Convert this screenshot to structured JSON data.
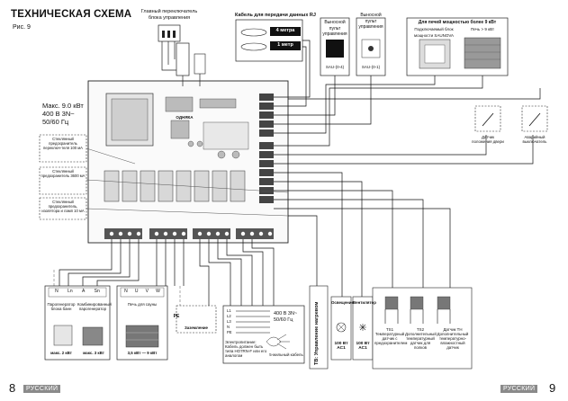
{
  "header": {
    "title": "ТЕХНИЧЕСКАЯ СХЕМА",
    "figure": "Рис. 9"
  },
  "top_labels": {
    "main_switch": "Главный переключатель блока управления",
    "rj_cable": "Кабель для передачи данных RJ",
    "cable_4m": "4 метра",
    "cable_1m": "1 метр",
    "panel1_title": "Выносной пульт управления",
    "panel1_code": "SAU-(0-4)",
    "panel2_title": "Выносной пульт управления",
    "panel2_code": "SAU-(0-1)",
    "heaters_title": "Для печей мощностью более 9 кВт",
    "heater_a": "Подключаемый блок мощности SAUNOVA",
    "heater_b": "Печь > 9 кВт"
  },
  "board": {
    "board_label": "ОДНЯКА",
    "spec_lines": [
      "Макс. 9.0 кВт",
      "400 В 3N~",
      "50/60 Гц"
    ],
    "side_notes": [
      "Стеклянный предохранитель переключ-теля 100 мА",
      "Стеклянный предохранитель 3600 мА",
      "Стеклянный предохранитель, изолятора и ламп 10 мА"
    ]
  },
  "right_sensors": {
    "door_sensor": "Датчик положения двери",
    "safety_switch": "Аварийный выключатель"
  },
  "bottom": {
    "terminals_a": [
      "N",
      "Ln",
      "A",
      "Sn"
    ],
    "terminals_b": [
      "N",
      "U",
      "V",
      "W"
    ],
    "humidifier_label": "Парогенератор блока банн",
    "combo_label": "Комбинированный парогенератор",
    "heater_label": "Печь для сауны",
    "max_2kw": "макс. 2 кВт",
    "max_3kw": "макс. 3 кВт",
    "range_kw": "3,5 кВт — 9 кВт",
    "grounding": "Заземление",
    "pe": "PE",
    "supply_lines": [
      "L1",
      "L2",
      "L3",
      "N",
      "PE"
    ],
    "supply_spec": [
      "400 В 3N~",
      "50/60 Гц"
    ],
    "power_cable_note": "Электропитание: Кабель должен быть типа HO7RN-F или его аналогом",
    "five_core": "5-жильный кабель",
    "terminal_block": "TB: Управление нагревом",
    "lighting": "Освещение",
    "fan": "Вентилятор",
    "lamp_spec": [
      "100 Вт",
      "AC1"
    ],
    "fan_spec": [
      "100 Вт",
      "AC1"
    ],
    "sensors": [
      "ТS1 Температурный датчик с предохранителем",
      "ТS2 Дополнительный температурный датчик для полков",
      "Датчик ТН Дополнительный температурно-влажностный датчик"
    ]
  },
  "footer": {
    "left_page": "8",
    "left_lang": "РУССКИЙ",
    "right_page": "9",
    "right_lang": "РУССКИЙ"
  }
}
